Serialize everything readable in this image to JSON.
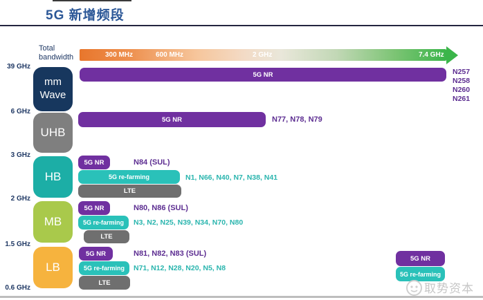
{
  "title": "5G 新增频段",
  "axis": {
    "bandwidth_label": "Total bandwidth",
    "ticks": [
      "39 GHz",
      "6 GHz",
      "3 GHz",
      "2 GHz",
      "1.5 GHz",
      "0.6 GHz"
    ]
  },
  "scale_arrow": {
    "tick_300mhz": "300 MHz",
    "tick_600mhz": "600 MHz",
    "tick_2ghz": "2 GHz",
    "tick_74ghz": "7.4 GHz"
  },
  "bands": [
    {
      "name": "mm Wave",
      "nr_label": "5G NR",
      "nr_codes": [
        "N257",
        "N258",
        "N260",
        "N261"
      ]
    },
    {
      "name": "UHB",
      "nr_label": "5G NR",
      "nr_codes": "N77, N78, N79"
    },
    {
      "name": "HB",
      "nr_label": "5G NR",
      "nr_codes": "N84 (SUL)",
      "refarming_label": "5G re-farming",
      "refarming_codes": "N1, N66, N40, N7, N38, N41",
      "lte_label": "LTE"
    },
    {
      "name": "MB",
      "nr_label": "5G NR",
      "nr_codes": "N80, N86 (SUL)",
      "refarming_label": "5G re-farming",
      "refarming_codes": "N3, N2, N25, N39, N34, N70, N80",
      "lte_label": "LTE"
    },
    {
      "name": "LB",
      "nr_label": "5G NR",
      "nr_codes": "N81, N82, N83 (SUL)",
      "refarming_label": "5G re-farming",
      "refarming_codes": "N71, N12, N28, N20, N5, N8",
      "lte_label": "LTE"
    }
  ],
  "legend": [
    {
      "label": "5G NR",
      "color": "#7030A0"
    },
    {
      "label": "5G re-farming",
      "color": "#2AC1B9"
    }
  ],
  "watermark": "取势资本",
  "colors": {
    "title_blue": "#2B5797",
    "navy": "#17375E",
    "uhb_gray": "#7F7F7F",
    "hb_teal": "#1CAEA6",
    "mb_green": "#A9C94B",
    "lb_yellow": "#F6B33E",
    "bar_purple": "#7030A0",
    "bar_teal": "#2AC1B9",
    "bar_gray": "#6F6F6F",
    "arrow_orange": "#E8762C",
    "arrow_green": "#3BB54A",
    "code_purple": "#5C2D91",
    "code_teal": "#2AB5AE"
  }
}
